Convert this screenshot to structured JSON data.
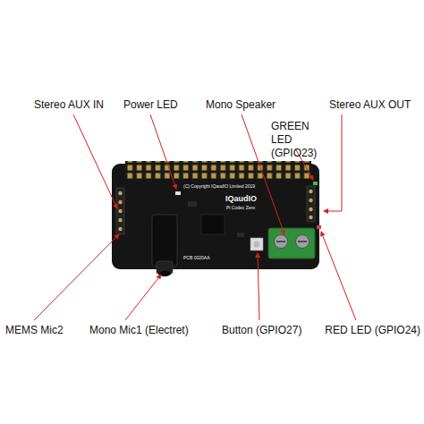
{
  "diagram": {
    "labels": [
      "Stereo AUX IN",
      "Power LED",
      "Mono Speaker",
      "Stereo AUX OUT",
      "GREEN LED (GPIO23)",
      "(C) Copyright IQaudIO Limited 2019",
      "IQaudIO",
      "Pi Codec Zero",
      "PCB 0020AA",
      "MEMS Mic2",
      "Mono Mic1 (Electret)",
      "Button (GPIO27)",
      "RED LED (GPIO24)"
    ]
  }
}
